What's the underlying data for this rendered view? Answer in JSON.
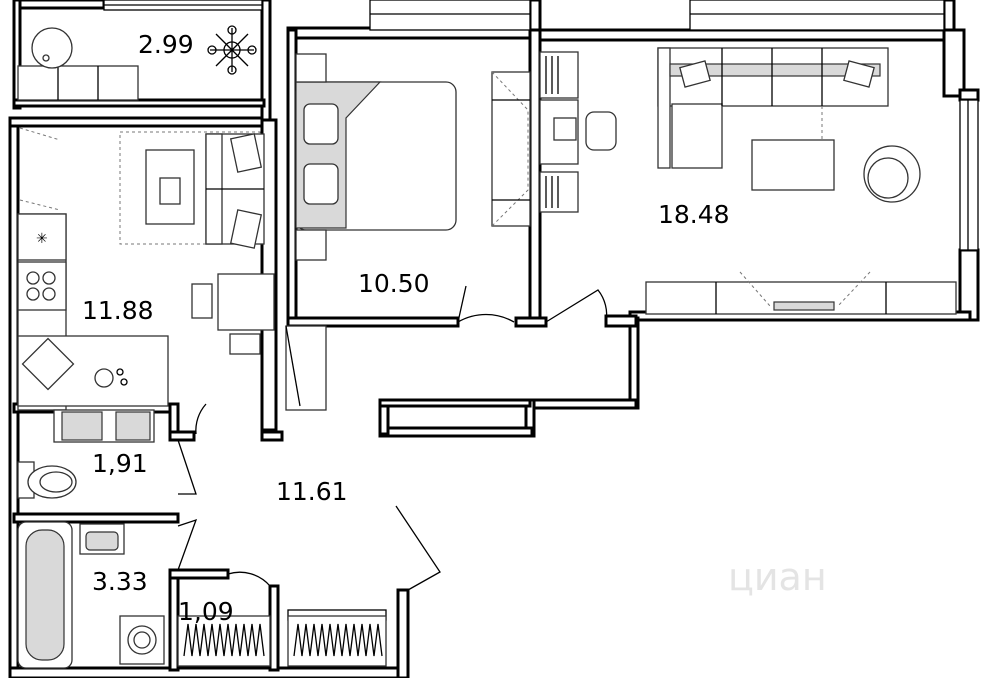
{
  "rooms": {
    "balcony": "2.99",
    "kitchen": "11.88",
    "bedroom": "10.50",
    "living": "18.48",
    "hall": "11.61",
    "toilet": "1,91",
    "bathroom": "3.33",
    "wardrobe": "1,09"
  },
  "watermark": "циан",
  "colors": {
    "wall": "#000000",
    "furniture_fill": "#d9d9d9",
    "background": "#ffffff",
    "watermark": "#e4e4e4"
  }
}
